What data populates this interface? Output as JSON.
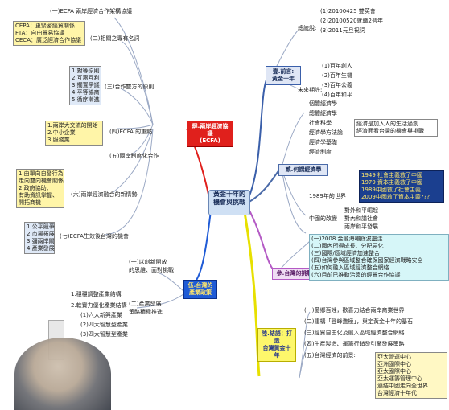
{
  "center": {
    "line1": "黃金十年的",
    "line2": "機會與挑戰"
  },
  "branch1": {
    "label1": "壹.前言:",
    "label2": "黃金十年",
    "group_a": "總統說:",
    "items_a": [
      "(1)20100425 雙英會",
      "(2)20100520就職2週年",
      "(3)2011元旦祝詞"
    ],
    "group_b": "未來期許:",
    "items_b": [
      "(1)百年創人",
      "(2)百年生機",
      "(3)百年公義",
      "(4)百年和平"
    ]
  },
  "branch2": {
    "label": "貳.何謂經濟學",
    "items": [
      "個體經濟學",
      "總體經濟學",
      "社會科學",
      "經濟學方法論",
      "經濟學基礎",
      "經濟制度"
    ],
    "box": [
      "經濟是加入人的生活過創",
      "經濟面看台灣的機會與挑戰"
    ],
    "group_1989": "1989年的世界",
    "years": [
      "1949 社會主義救了中國",
      "1979 資本主義救了中國",
      "1989中國救了社會主義",
      "2009中國救了資本主義???"
    ],
    "group_china": "中國的改變",
    "china_items": [
      "對外和平崛起",
      "對內和諧社會",
      "兩岸和平發展"
    ]
  },
  "branch3": {
    "label": "參.台灣的挑戰",
    "items": [
      "(一)2008 金融海嘯餘波盪漾",
      "(二)國內所得成長、分配惡化",
      "(三)國際/區域經濟加速整合",
      "(四)台灣參與區域整合確保國家經濟戰略安全",
      "(五)如何融入區域經濟整合網絡",
      "(六)目前已推動洽簽的經貿合作協議"
    ]
  },
  "branch4": {
    "label1": "陸.結語：打造",
    "label2": "台灣黃金十年",
    "items": [
      "(一)愛鄉百姓，歡喜力結合兩岸商業世界",
      "(二)建構「登峰造極」，與定黃金十年的基石",
      "(三)經貿自由化及融入區域經濟整合網絡",
      "(四)生產製造、運籌行銷發引擎發展策略",
      "(五)台灣經濟的前景:"
    ],
    "box": [
      "亞太營運中心",
      "亞洲國際中心",
      "亞太國際中心",
      "亞太運籌管理中心",
      "連結中國走向全世界",
      "台灣經濟十年代"
    ]
  },
  "branch5": {
    "label1": "肆.兩岸經濟協議",
    "label2": "(ECFA)",
    "top_left": "(一)ECFA 兩岸經濟合作架構協議",
    "defs": [
      "CEPA：更緊密經貿關係",
      "FTA：自由貿易協議",
      "CECA：廣泛經濟合作協議"
    ],
    "defs_title": "(二)相關之專有名詞",
    "principles": [
      "1.對等原則",
      "2.互惠互利",
      "3.擱置爭議",
      "4.平等協商",
      "5.循序漸進"
    ],
    "principles_title": "(三)合作雙方的原則",
    "impact": [
      "1.兩岸大交流的開始",
      "2.中小企業",
      "3.服務業"
    ],
    "impact_title": "(四)ECFA 的重點",
    "system_title": "(五)兩岸制度化合作",
    "cooperation": [
      "1.由單向自發行為",
      "走向雙向機會關係",
      "2.政府協助、",
      "有助資訊掌握、",
      "開拓商機"
    ],
    "cooperation_title": "(六)兩岸經濟融合的新情勢",
    "future": [
      "1.公平競爭",
      "2.市場拓展",
      "3.彌兩岸關",
      "4.產業發展"
    ],
    "future_title": "(七)ECFA生效後台灣的機會"
  },
  "branch6": {
    "label1": "伍.台灣的",
    "label2": "產業政策",
    "top1": "(一)以創新開放",
    "top2": "的思維、面對挑戰",
    "mid1": "(二)產業發展",
    "mid2": "策略積極推進",
    "items": [
      "1.穩穩調整產業結構",
      "2.軟實力優化產業結構",
      "(1)六大新興產業",
      "(2)四大智慧型產業",
      "(3)四大智慧型產業"
    ]
  },
  "colors": {
    "center_fill": "#cfe0f4",
    "ecfa": "#e0201c",
    "industry": "#1f5bd6",
    "conclusion": "#e7e000",
    "intro": "#3a5faa",
    "economics": "#4a6aa8",
    "challenge": "#b45ac5"
  }
}
